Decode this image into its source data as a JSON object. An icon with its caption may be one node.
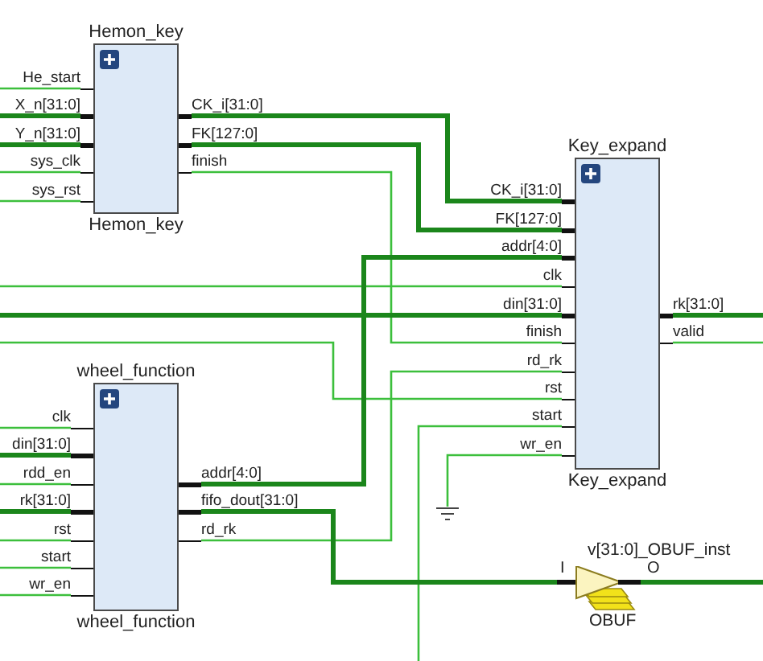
{
  "diagram": {
    "nodes": [
      {
        "text": [
          "Hemon_key",
          "Hemon_key"
        ]
      },
      {
        "text": [
          "He_start"
        ]
      },
      {
        "text": [
          "X_n[31:0]"
        ]
      },
      {
        "text": [
          "Y_n[31:0]"
        ]
      },
      {
        "text": [
          "sys_clk"
        ]
      },
      {
        "text": [
          "sys_rst"
        ]
      },
      {
        "text": [
          "CK_i[31:0]"
        ]
      },
      {
        "text": [
          "FK[127:0]"
        ]
      },
      {
        "text": [
          "finish"
        ]
      },
      {
        "text": [
          "Key_expand",
          "Key_expand"
        ]
      },
      {
        "text": [
          "CK_i[31:0]"
        ]
      },
      {
        "text": [
          "FK[127:0]"
        ]
      },
      {
        "text": [
          "addr[4:0]"
        ]
      },
      {
        "text": [
          "clk"
        ]
      },
      {
        "text": [
          "din[31:0]"
        ]
      },
      {
        "text": [
          "finish"
        ]
      },
      {
        "text": [
          "rd_rk"
        ]
      },
      {
        "text": [
          "rst"
        ]
      },
      {
        "text": [
          "start"
        ]
      },
      {
        "text": [
          "wr_en"
        ]
      },
      {
        "text": [
          "rk[31:0]"
        ]
      },
      {
        "text": [
          "valid"
        ]
      },
      {
        "text": [
          "wheel_function",
          "wheel_function"
        ]
      },
      {
        "text": [
          "clk"
        ]
      },
      {
        "text": [
          "din[31:0]"
        ]
      },
      {
        "text": [
          "rdd_en"
        ]
      },
      {
        "text": [
          "rk[31:0]"
        ]
      },
      {
        "text": [
          "rst"
        ]
      },
      {
        "text": [
          "start"
        ]
      },
      {
        "text": [
          "wr_en"
        ]
      },
      {
        "text": [
          "addr[4:0]"
        ]
      },
      {
        "text": [
          "fifo_dout[31:0]"
        ]
      },
      {
        "text": [
          "rd_rk"
        ]
      },
      {
        "text": [
          "v[31:0]_OBUF_inst",
          "I",
          "O",
          "OBUF"
        ]
      },
      {
        "text": [],
        "shape": "ground"
      }
    ],
    "edges": [
      {
        "from": null,
        "to": 1,
        "arrow": "none"
      },
      {
        "from": null,
        "to": 2,
        "arrow": "none",
        "style": "thick"
      },
      {
        "from": null,
        "to": 3,
        "arrow": "none",
        "style": "thick"
      },
      {
        "from": null,
        "to": 4,
        "arrow": "none"
      },
      {
        "from": null,
        "to": 5,
        "arrow": "none"
      },
      {
        "from": 6,
        "to": 10,
        "arrow": "none",
        "style": "thick"
      },
      {
        "from": 7,
        "to": 11,
        "arrow": "none",
        "style": "thick"
      },
      {
        "from": 8,
        "to": 15,
        "arrow": "none"
      },
      {
        "from": null,
        "to": 13,
        "arrow": "none"
      },
      {
        "from": null,
        "to": 14,
        "arrow": "none",
        "style": "thick"
      },
      {
        "from": null,
        "to": 17,
        "arrow": "none"
      },
      {
        "from": 30,
        "to": 12,
        "arrow": "none",
        "style": "thick"
      },
      {
        "from": 32,
        "to": 16,
        "arrow": "none"
      },
      {
        "from": 18,
        "to": null,
        "arrow": "none"
      },
      {
        "from": 19,
        "to": 34,
        "arrow": "none"
      },
      {
        "from": 20,
        "to": null,
        "arrow": "none",
        "style": "thick"
      },
      {
        "from": 21,
        "to": null,
        "arrow": "none"
      },
      {
        "from": null,
        "to": 23,
        "arrow": "none"
      },
      {
        "from": null,
        "to": 24,
        "arrow": "none",
        "style": "thick"
      },
      {
        "from": null,
        "to": 25,
        "arrow": "none"
      },
      {
        "from": null,
        "to": 26,
        "arrow": "none",
        "style": "thick"
      },
      {
        "from": null,
        "to": 27,
        "arrow": "none"
      },
      {
        "from": null,
        "to": 28,
        "arrow": "none"
      },
      {
        "from": null,
        "to": 29,
        "arrow": "none"
      },
      {
        "from": 31,
        "to": 33,
        "arrow": "none",
        "style": "thick"
      },
      {
        "from": 33,
        "to": null,
        "arrow": "none",
        "style": "thick"
      }
    ]
  }
}
